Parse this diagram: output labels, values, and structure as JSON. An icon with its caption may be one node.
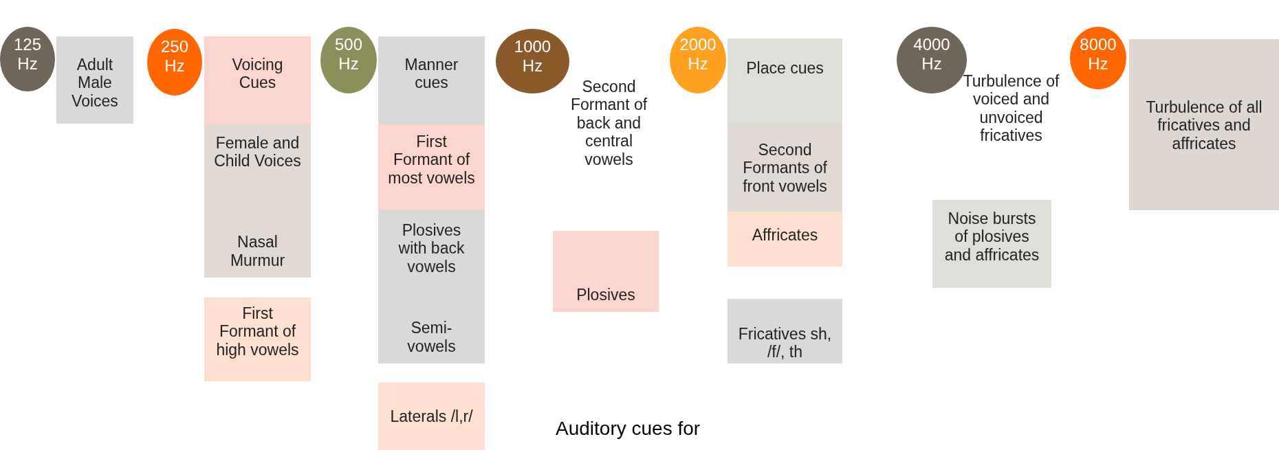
{
  "diagram": {
    "nodes": [
      {
        "text": [
          "125 Hz"
        ]
      },
      {
        "text": [
          "Adult Male Voices"
        ]
      },
      {
        "text": [
          "250 Hz"
        ]
      },
      {
        "text": [
          "Voicing Cues"
        ]
      },
      {
        "text": [
          "Female and Child Voices",
          "Nasal Murmur"
        ]
      },
      {
        "text": [
          "First Formant of high vowels"
        ]
      },
      {
        "text": [
          "500 Hz"
        ]
      },
      {
        "text": [
          "Manner cues"
        ]
      },
      {
        "text": [
          "First Formant of most vowels"
        ]
      },
      {
        "text": [
          "Plosives with back vowels",
          "Semi-vowels"
        ]
      },
      {
        "text": [
          "Laterals /l,r/"
        ]
      },
      {
        "text": [
          "1000 Hz"
        ]
      },
      {
        "text": [
          "Plosives"
        ]
      },
      {
        "text": [
          "2000 Hz"
        ]
      },
      {
        "text": [
          "Place cues"
        ]
      },
      {
        "text": [
          "Second Formants of front vowels"
        ]
      },
      {
        "text": [
          "Affricates"
        ]
      },
      {
        "text": [
          "Fricatives sh, /f/, th"
        ]
      },
      {
        "text": [
          "4000 Hz"
        ]
      },
      {
        "text": [
          "Noise bursts of plosives and affricates"
        ]
      },
      {
        "text": [
          "8000 Hz"
        ]
      },
      {
        "text": [
          "Turbulence of all fricatives and affricates"
        ]
      }
    ],
    "edges": [],
    "labels": [
      "Second Formant of back and central vowels",
      "Turbulence of voiced and unvoiced fricatives",
      "Auditory cues for"
    ]
  }
}
